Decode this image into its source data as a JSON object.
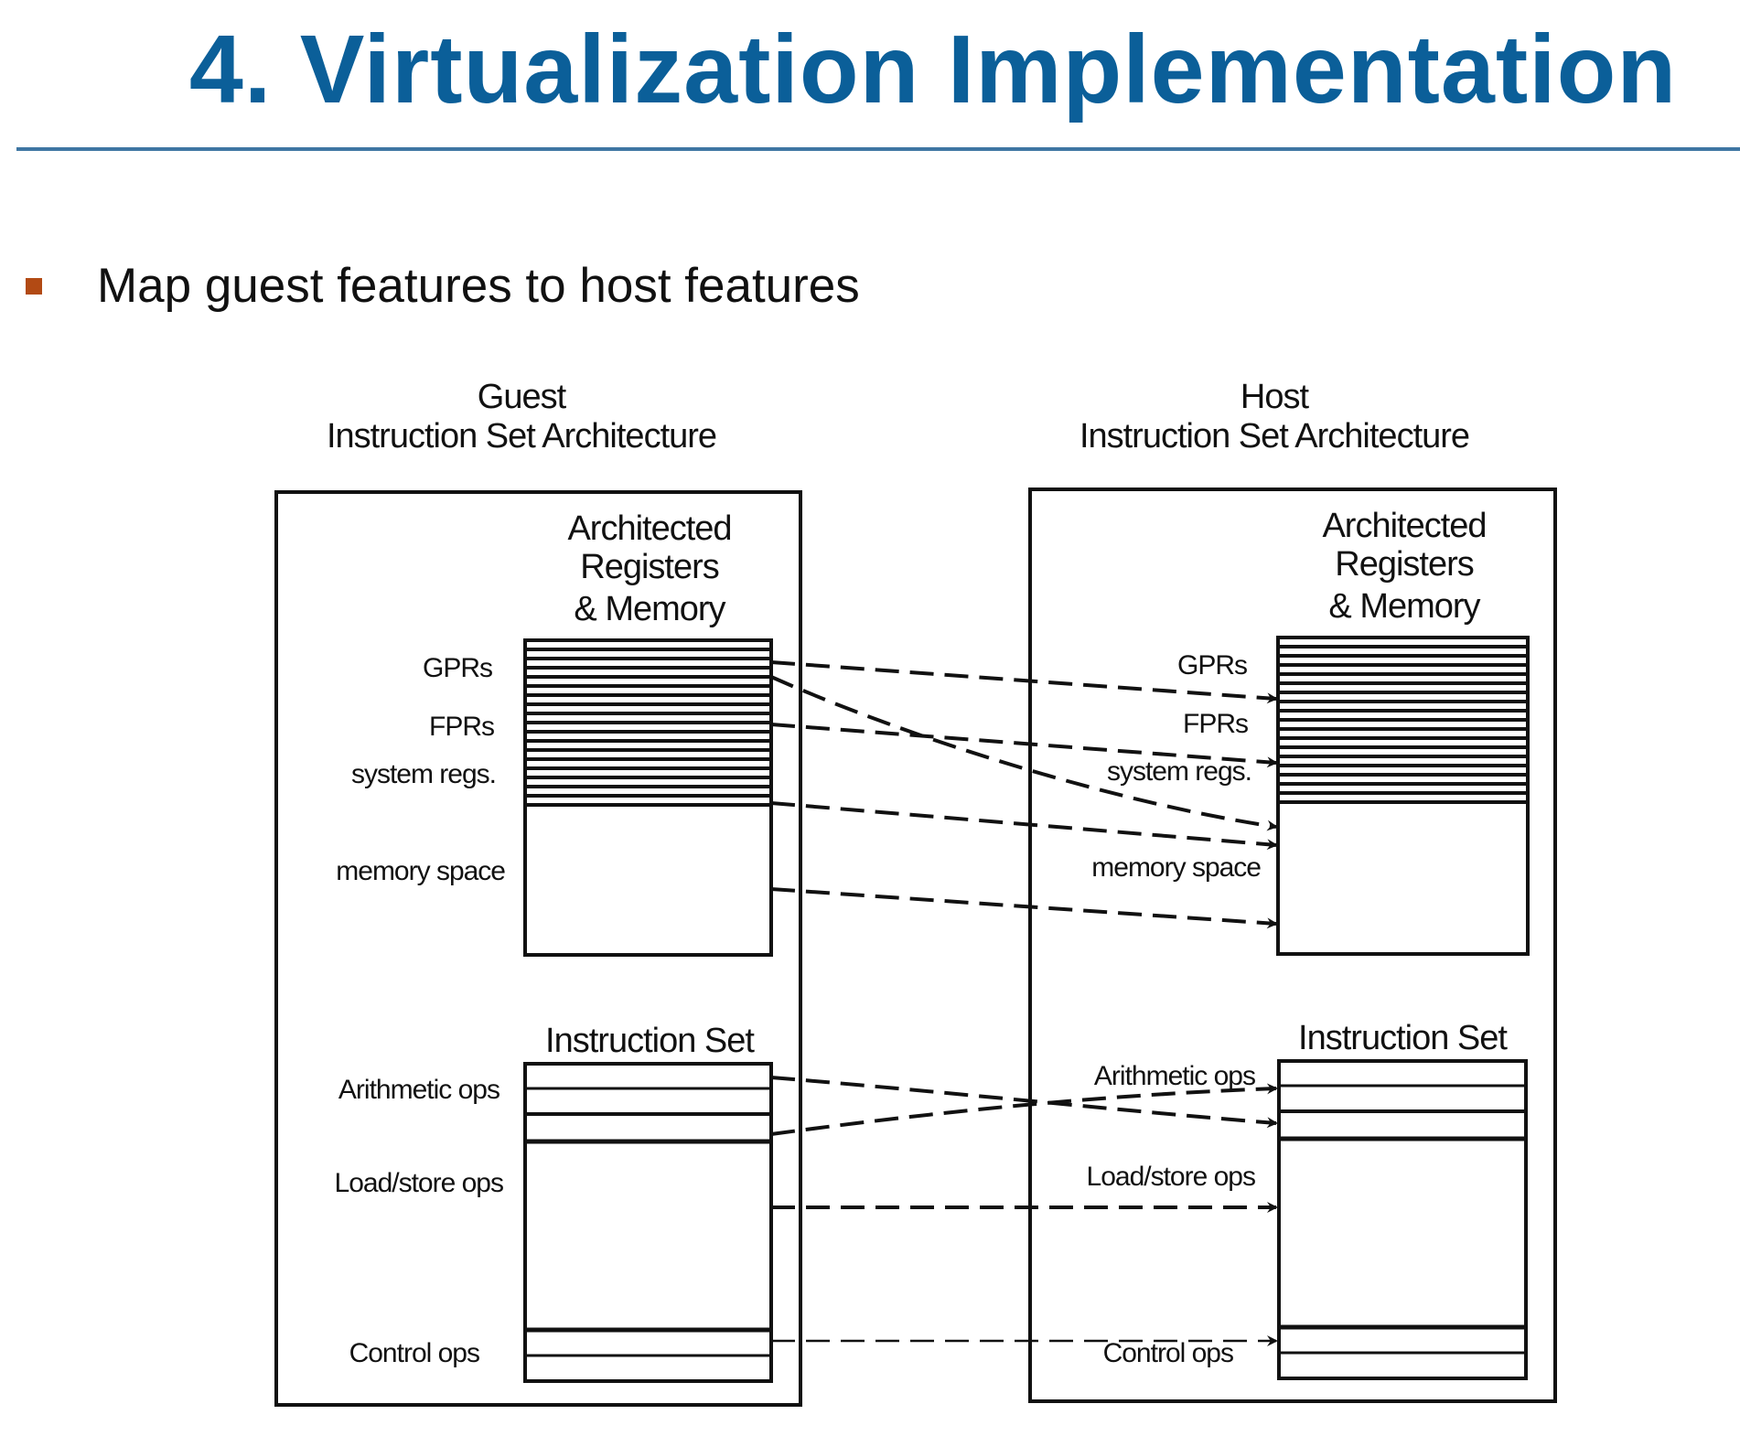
{
  "slide": {
    "title": "4. Virtualization Implementation",
    "bullets": [
      "Map guest features to host features"
    ]
  },
  "colors": {
    "title": "#0b5f99",
    "rule": "#3f76a3",
    "bullet": "#b24a14",
    "lines": "#111111"
  },
  "diagram": {
    "guest": {
      "header": [
        "Guest",
        "Instruction Set Architecture"
      ],
      "registers_title": [
        "Architected",
        "Registers",
        "& Memory"
      ],
      "register_labels": [
        "GPRs",
        "FPRs",
        "system regs.",
        "memory space"
      ],
      "iset_title": "Instruction Set",
      "op_labels": [
        "Arithmetic ops",
        "Load/store ops",
        "Control ops"
      ]
    },
    "host": {
      "header": [
        "Host",
        "Instruction Set Architecture"
      ],
      "registers_title": [
        "Architected",
        "Registers",
        "& Memory"
      ],
      "register_labels": [
        "GPRs",
        "FPRs",
        "system regs.",
        "memory space"
      ],
      "iset_title": "Instruction Set",
      "op_labels": [
        "Arithmetic ops",
        "Load/store ops",
        "Control ops"
      ]
    }
  }
}
